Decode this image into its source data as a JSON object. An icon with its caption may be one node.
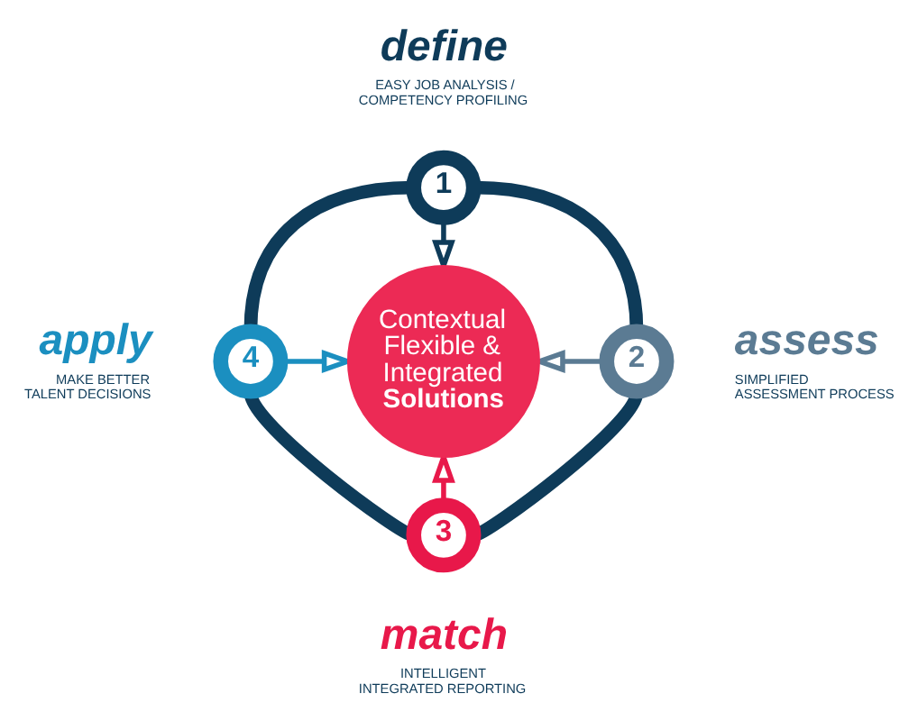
{
  "diagram": {
    "nodes": [
      {
        "text": [
          "1"
        ],
        "beside": [
          "define",
          "EASY JOB ANALYSIS / COMPETENCY PROFILING"
        ]
      },
      {
        "text": [
          "2"
        ],
        "beside": [
          "assess",
          "SIMPLIFIED ASSESSMENT PROCESS"
        ]
      },
      {
        "text": [
          "3"
        ],
        "beside": [
          "match",
          "INTELLIGENT INTEGRATED REPORTING"
        ]
      },
      {
        "text": [
          "4"
        ],
        "beside": [
          "apply",
          "MAKE BETTER TALENT DECISIONS"
        ]
      },
      {
        "text": [
          "Contextual Flexible & Integrated **Solutions**"
        ]
      }
    ],
    "edges": [
      {
        "from": 0,
        "to": 4,
        "arrow": "to"
      },
      {
        "from": 1,
        "to": 4,
        "arrow": "to",
        "color": "#5b7b93"
      },
      {
        "from": 2,
        "to": 4,
        "arrow": "to",
        "color": "#e8184a"
      },
      {
        "from": 3,
        "to": 4,
        "arrow": "to",
        "color": "#1b8fc0"
      },
      {
        "from": 0,
        "to": 1,
        "arrow": "none",
        "style": "thick"
      },
      {
        "from": 1,
        "to": 2,
        "arrow": "none",
        "style": "thick"
      },
      {
        "from": 2,
        "to": 3,
        "arrow": "none",
        "style": "thick"
      },
      {
        "from": 3,
        "to": 0,
        "arrow": "none",
        "style": "thick"
      }
    ]
  }
}
